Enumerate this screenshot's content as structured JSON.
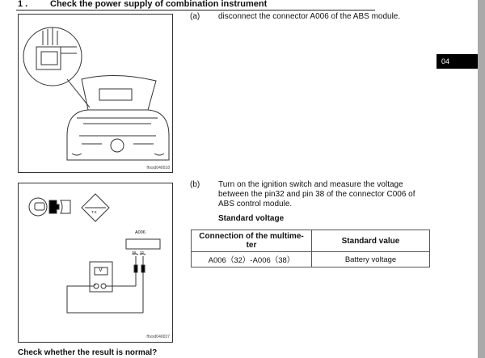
{
  "section": {
    "number": "1 .",
    "title": "Check the power supply of combination instrument"
  },
  "steps": [
    {
      "label": "(a)",
      "text": "disconnect the connector A006 of the ABS module."
    },
    {
      "label": "(b)",
      "text": "Turn on the ignition switch and measure the voltage between the pin32 and pin 38 of the connector C006 of ABS control module."
    }
  ],
  "figures": [
    {
      "id": "fhxxd040018"
    },
    {
      "id": "fhxxd040037",
      "connector": "A006",
      "pins": [
        "38",
        "32"
      ],
      "meter": "V",
      "plus": "+",
      "minus": "-",
      "ts": "T.S"
    }
  ],
  "standard": {
    "heading": "Standard voltage",
    "headers": [
      "Connection of the multime-ter",
      "Standard value"
    ],
    "rows": [
      [
        "A006（32）-A006（38）",
        "Battery voltage"
      ]
    ]
  },
  "tab": "04",
  "footer": "Check whether the result is normal?"
}
